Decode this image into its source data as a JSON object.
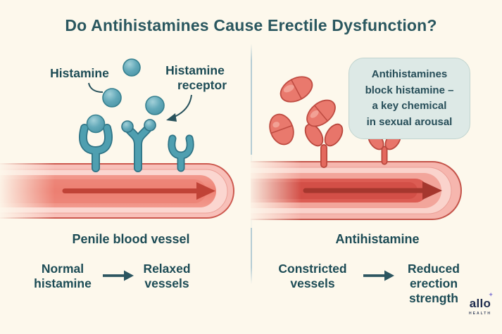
{
  "title": "Do Antihistamines Cause Erectile Dysfunction?",
  "left": {
    "histamine_label": "Histamine",
    "receptor_label": {
      "line1": "Histamine",
      "line2": "receptor"
    },
    "vessel_caption": "Penile blood vessel",
    "summary": {
      "cause": {
        "line1": "Normal",
        "line2": "histamine"
      },
      "effect": {
        "line1": "Relaxed",
        "line2": "vessels"
      }
    }
  },
  "right": {
    "callout": {
      "line1": "Antihistamines",
      "line2": "block histamine –",
      "line3": "a key chemical",
      "line4": "in sexual arousal"
    },
    "vessel_caption": "Antihistamine",
    "summary": {
      "cause": {
        "line1": "Constricted",
        "line2": "vessels"
      },
      "effect": {
        "line1": "Reduced",
        "line2": "erection",
        "line3": "strength"
      }
    }
  },
  "logo": {
    "brand": "allo",
    "tagline": "HEALTH",
    "sparkle": "✦"
  },
  "colors": {
    "background": "#fdf8ec",
    "title_text": "#2a575f",
    "body_text": "#1c4b55",
    "teal_receptor": "#4f9fb0",
    "teal_molecule": "#66abbb",
    "vessel_wall_pink": "#f8c0b9",
    "vessel_lumen_left": "#ef8c80",
    "vessel_lumen_right": "#dc5c53",
    "flow_arrow_red": "#c04337",
    "pill_red": "#e9796d",
    "callout_bg": "#dde9e6",
    "divider": "#b4ccd4",
    "logo_navy": "#202c4e",
    "sparkle_purple": "#8e84d6"
  }
}
